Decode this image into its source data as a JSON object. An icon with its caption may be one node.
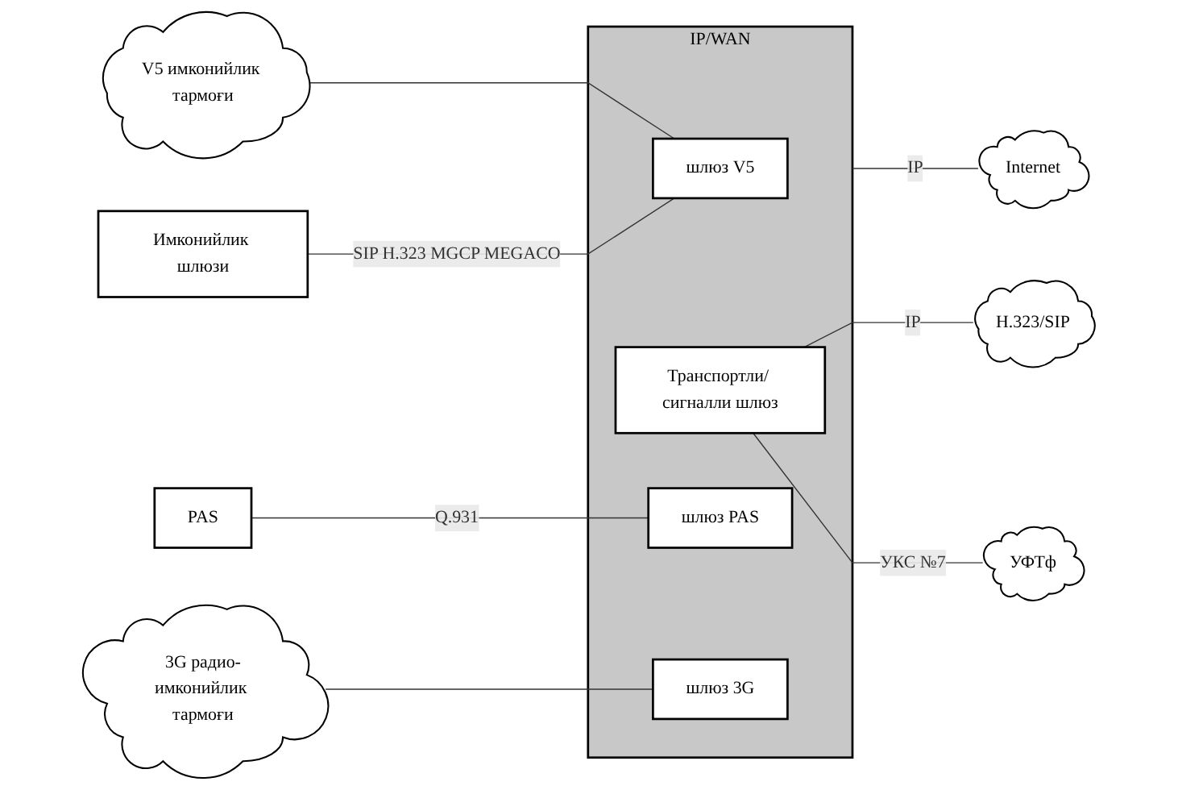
{
  "diagram": {
    "nodes": [
      {
        "text": [
          "IP/WAN"
        ]
      },
      {
        "text": [
          "шлюз V5"
        ],
        "in": 0
      },
      {
        "text": [
          "Транспортли/ сигналли шлюз"
        ],
        "in": 0
      },
      {
        "text": [
          "шлюз PAS"
        ],
        "in": 0
      },
      {
        "text": [
          "шлюз 3G"
        ],
        "in": 0
      },
      {
        "text": [
          "V5 имконийлик тармоғи"
        ]
      },
      {
        "text": [
          "Имконийлик шлюзи"
        ]
      },
      {
        "text": [
          "PAS"
        ]
      },
      {
        "text": [
          "3G радио-имконийлик тармоғи"
        ]
      },
      {
        "text": [
          "Internet"
        ]
      },
      {
        "text": [
          "H.323/SIP"
        ]
      },
      {
        "text": [
          "УФТф"
        ]
      }
    ],
    "edges": [
      {
        "from": 5,
        "to": 1,
        "arrow": "none"
      },
      {
        "from": 6,
        "to": 1,
        "arrow": "none",
        "label": "SIP H.323 MGCP MEGACO"
      },
      {
        "from": 7,
        "to": 3,
        "arrow": "none",
        "label": "Q.931"
      },
      {
        "from": 8,
        "to": 4,
        "arrow": "none"
      },
      {
        "from": 0,
        "to": 9,
        "arrow": "none",
        "label": "IP"
      },
      {
        "from": 2,
        "to": 10,
        "arrow": "none",
        "label": "IP"
      },
      {
        "from": 2,
        "to": 11,
        "arrow": "none",
        "label": "УКС №7"
      }
    ]
  }
}
